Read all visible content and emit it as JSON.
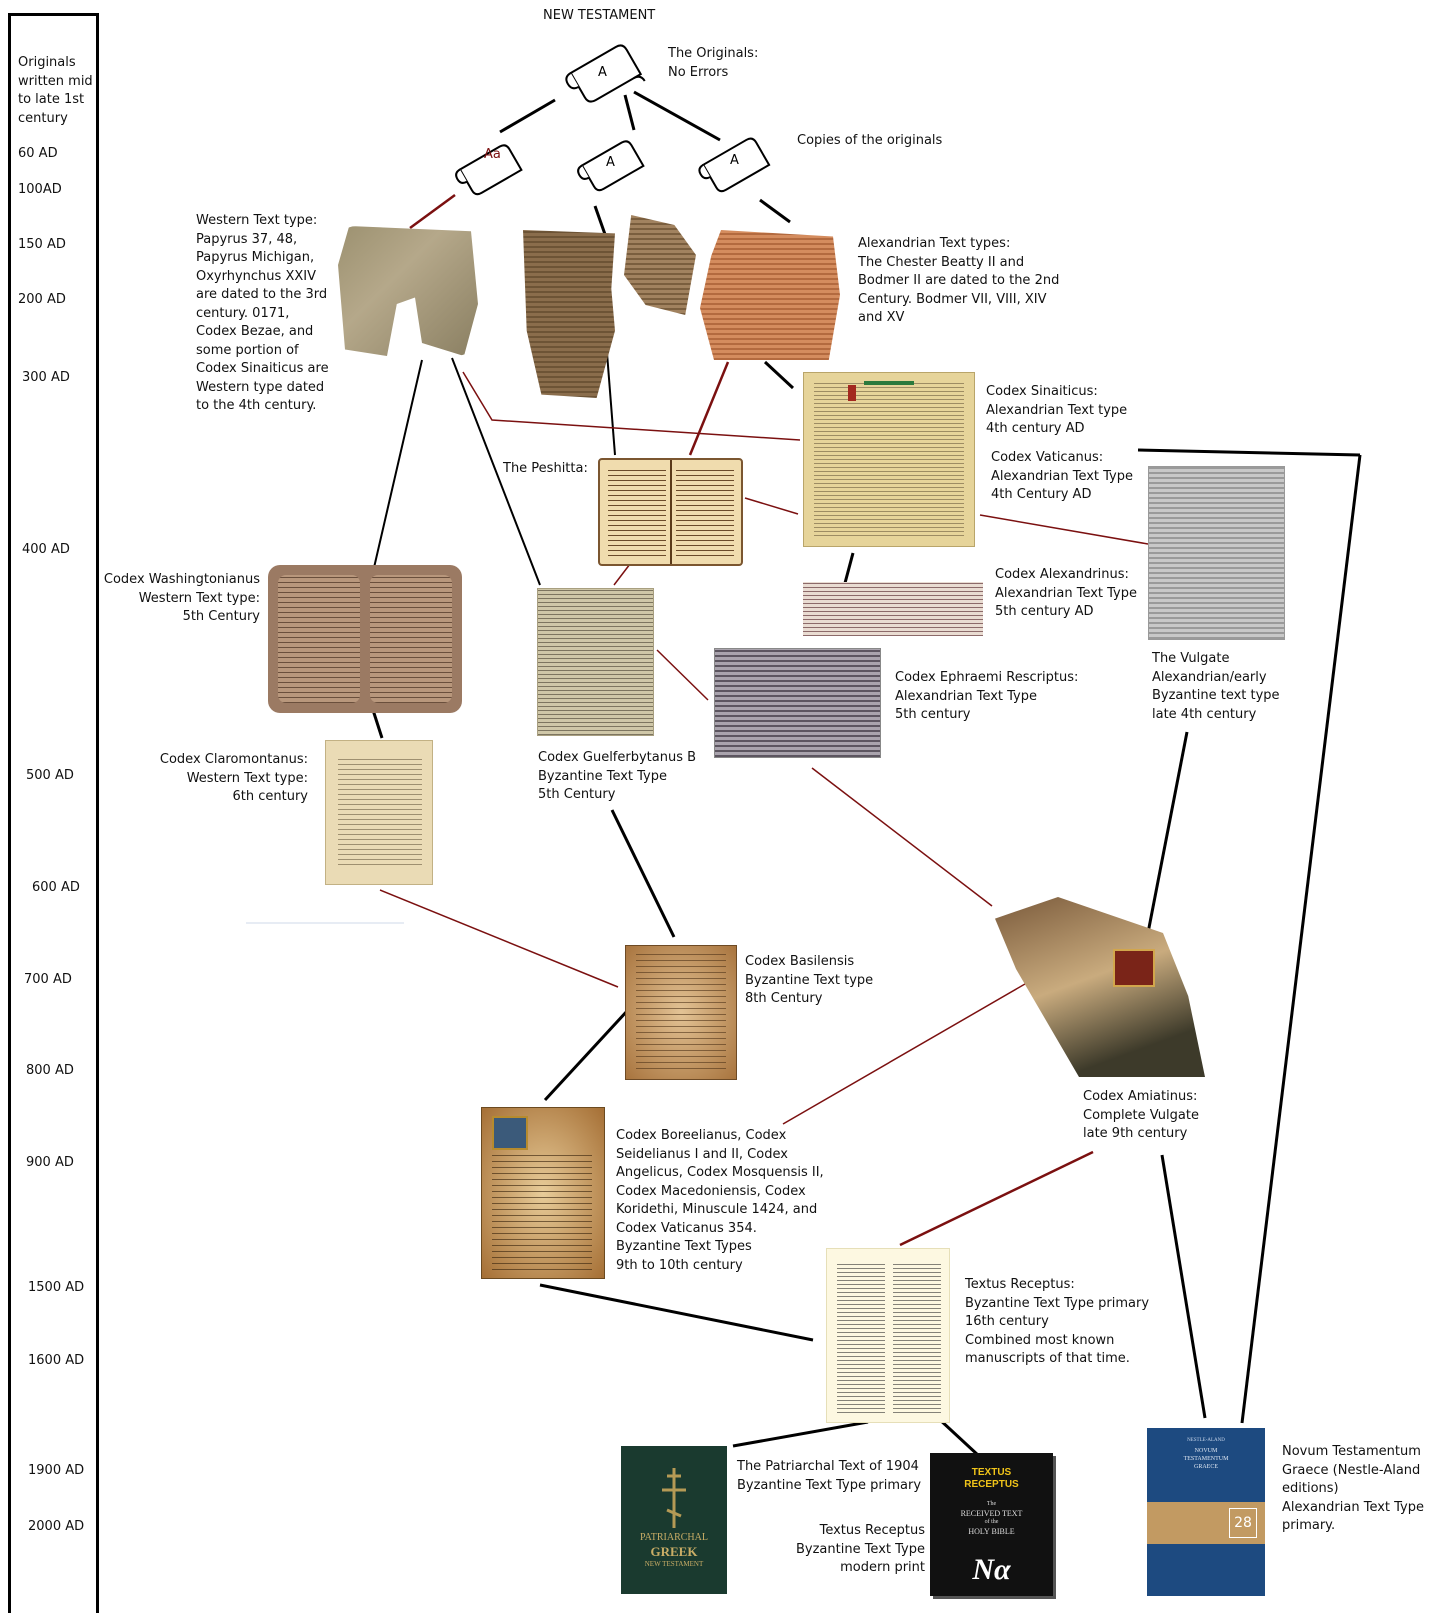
{
  "title": "NEW TESTAMENT",
  "timeline": {
    "header": "Originals\nwritten mid\nto late 1st\ncentury",
    "years": [
      "60 AD",
      "100AD",
      "150 AD",
      "200 AD",
      "300 AD",
      "400 AD",
      "500 AD",
      "600 AD",
      "700 AD",
      "800 AD",
      "900 AD",
      "1500 AD",
      "1600 AD",
      "1900 AD",
      "2000 AD"
    ]
  },
  "scrolls": {
    "original": "A",
    "copy_left": "Aa",
    "copy_mid": "A",
    "copy_right": "A"
  },
  "labels": {
    "originals": "The Originals:\nNo Errors",
    "copies": "Copies of the originals",
    "western": "Western Text type:\nPapyrus 37, 48,\nPapyrus Michigan,\nOxyrhynchus XXIV\nare dated to the 3rd\ncentury.  0171,\nCodex Bezae, and\nsome portion of\nCodex Sinaiticus are\nWestern type dated\nto the 4th century.",
    "alexandrian": "Alexandrian Text types:\nThe Chester Beatty II and\nBodmer II are dated to the 2nd\nCentury.  Bodmer VII, VIII, XIV\nand XV",
    "peshitta": "The Peshitta:",
    "sinaiticus": "Codex Sinaiticus:\nAlexandrian Text type\n4th century AD",
    "vaticanus": "Codex Vaticanus:\nAlexandrian Text Type\n4th Century AD",
    "alexandrinus": "Codex Alexandrinus:\nAlexandrian Text Type\n5th century AD",
    "washingtonianus": "Codex Washingtonianus\nWestern Text type:\n5th Century",
    "ephraemi": "Codex Ephraemi Rescriptus:\nAlexandrian Text Type\n5th century",
    "vulgate": "The Vulgate\nAlexandrian/early\nByzantine text type\nlate 4th century",
    "claromontanus": "Codex Claromontanus:\nWestern Text type:\n6th century",
    "guelferbytanus": "Codex Guelferbytanus B\nByzantine Text Type\n5th Century",
    "basilensis": "Codex Basilensis\nByzantine Text type\n8th Century",
    "amiatinus": "Codex Amiatinus:\nComplete Vulgate\nlate 9th century",
    "boreelianus": "Codex Boreelianus, Codex\nSeidelianus I and II, Codex\nAngelicus, Codex Mosquensis II,\nCodex Macedoniensis, Codex\nKoridethi, Minuscule 1424, and\nCodex Vaticanus 354.\nByzantine Text Types\n9th to 10th century",
    "textus_receptus": "Textus Receptus:\nByzantine Text Type primary\n16th century\nCombined most known\nmanuscripts of that time.",
    "patriarchal": "The Patriarchal Text of 1904\nByzantine Text Type primary",
    "tr_modern": "Textus Receptus\nByzantine Text Type\nmodern print",
    "nestle": "Novum Testamentum\nGraece (Nestle-Aland\neditions)\nAlexandrian Text Type\nprimary."
  },
  "book_covers": {
    "patriarchal_line1": "PATRIARCHAL",
    "patriarchal_line2": "GREEK",
    "patriarchal_line3": "NEW TESTAMENT",
    "tr_line1": "TEXTUS",
    "tr_line2": "RECEPTUS",
    "tr_line3": "The",
    "tr_line4": "RECEIVED TEXT",
    "tr_line5": "of the",
    "tr_line6": "HOLY BIBLE",
    "tr_logo": "Nα",
    "na_line1": "NESTLE-ALAND",
    "na_line2": "NOVUM",
    "na_line3": "TESTAMENTUM",
    "na_line4": "GRAECE",
    "na_edition": "28"
  },
  "colors": {
    "black_line": "#000000",
    "red_line": "#7b1010"
  }
}
